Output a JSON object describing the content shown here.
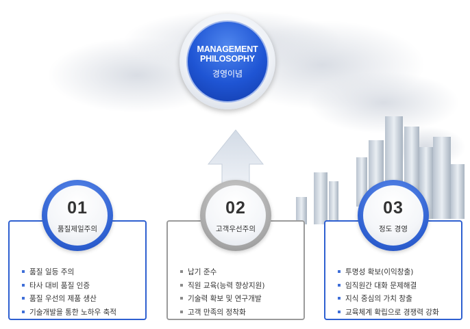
{
  "center": {
    "title": "MANAGEMENT\nPHILOSOPHY",
    "subtitle": "경영이념"
  },
  "pillars": [
    {
      "number": "01",
      "label": "품질제일주의",
      "theme": "blue",
      "items": [
        "품질 일등 주의",
        "타사 대비 품질 인증",
        "품질 우선의 제품 생산",
        "기술개발을 통한 노하우 축적"
      ]
    },
    {
      "number": "02",
      "label": "고객우선주의",
      "theme": "gray",
      "items": [
        "납기 준수",
        "직원 교육(능력 향상지원)",
        "기술력 확보 및 연구개발",
        "고객 만족의 정착화"
      ]
    },
    {
      "number": "03",
      "label": "정도 경영",
      "theme": "blue",
      "items": [
        "투명성 확보(이익창출)",
        "임직원간 대화 문제해결",
        "지식 중심의 가치 창출",
        "교육체계 확립으로 경쟁력 강화"
      ]
    }
  ],
  "colors": {
    "blue": "#2d5fd0",
    "gray": "#9a9a9a",
    "center_fill": "#1f55d4"
  }
}
